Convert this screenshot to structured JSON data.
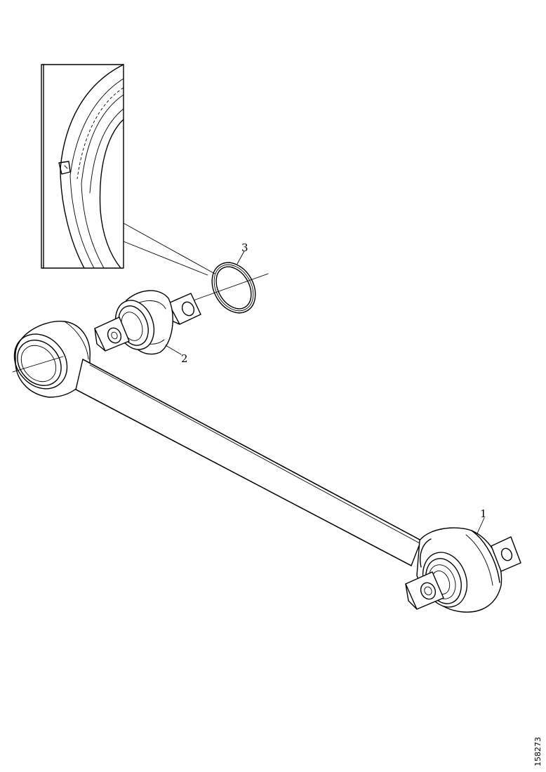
{
  "callouts": [
    {
      "id": "1",
      "label": "1"
    },
    {
      "id": "2",
      "label": "2"
    },
    {
      "id": "3",
      "label": "3"
    }
  ],
  "figure_code": "158273"
}
